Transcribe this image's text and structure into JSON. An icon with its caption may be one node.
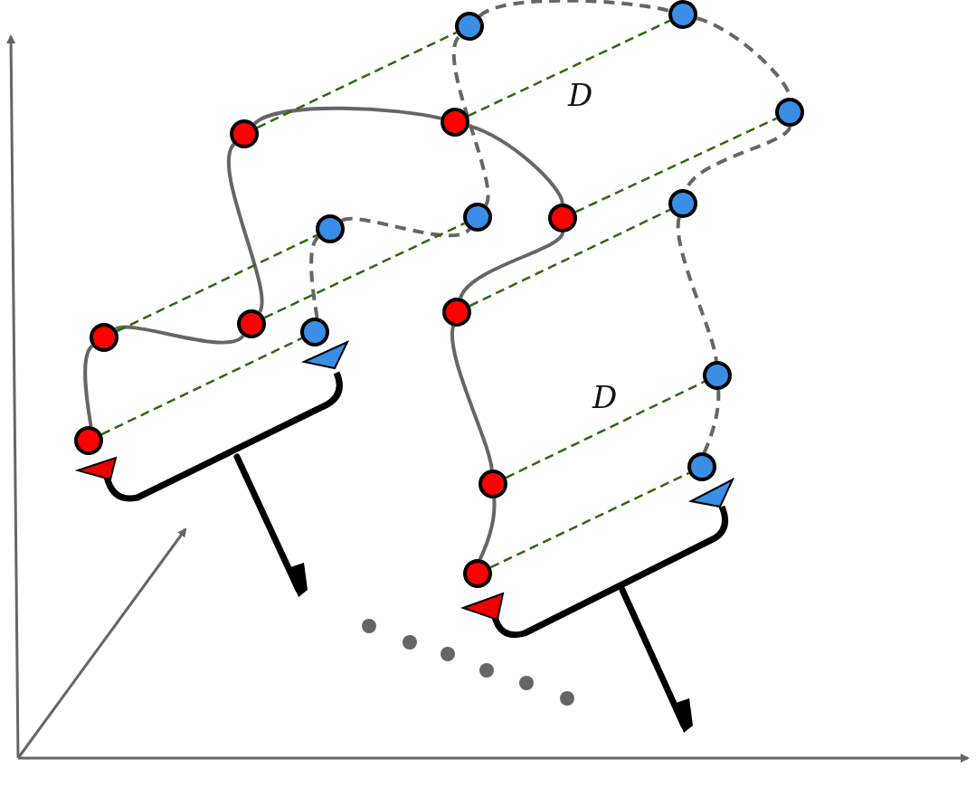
{
  "diagram": {
    "nodes": [
      {
        "text": [],
        "shape": "circle"
      },
      {
        "text": [],
        "shape": "circle"
      },
      {
        "text": [],
        "shape": "circle"
      },
      {
        "text": [],
        "shape": "circle"
      },
      {
        "text": [],
        "shape": "circle"
      },
      {
        "text": [],
        "shape": "circle"
      },
      {
        "text": [],
        "shape": "circle"
      },
      {
        "text": [],
        "shape": "circle"
      },
      {
        "text": [],
        "shape": "circle"
      },
      {
        "text": [],
        "shape": "circle"
      },
      {
        "text": [],
        "shape": "circle"
      },
      {
        "text": [],
        "shape": "circle"
      },
      {
        "text": [],
        "shape": "circle"
      },
      {
        "text": [],
        "shape": "circle"
      },
      {
        "text": [],
        "shape": "circle"
      },
      {
        "text": [],
        "shape": "circle"
      },
      {
        "text": [],
        "shape": "circle"
      },
      {
        "text": [],
        "shape": "circle"
      }
    ],
    "edges": [
      {
        "from": 14,
        "to": 12,
        "arrow": "none"
      },
      {
        "from": 12,
        "to": 10,
        "arrow": "none"
      },
      {
        "from": 10,
        "to": 4,
        "arrow": "none"
      },
      {
        "from": 4,
        "to": 3,
        "arrow": "none"
      },
      {
        "from": 3,
        "to": 7,
        "arrow": "none"
      },
      {
        "from": 7,
        "to": 9,
        "arrow": "none"
      },
      {
        "from": 9,
        "to": 16,
        "arrow": "none"
      },
      {
        "from": 16,
        "to": 17,
        "arrow": "none"
      },
      {
        "from": 11,
        "to": 8,
        "arrow": "none",
        "style": "dashed"
      },
      {
        "from": 8,
        "to": 6,
        "arrow": "none",
        "style": "dashed"
      },
      {
        "from": 6,
        "to": 1,
        "arrow": "none",
        "style": "dashed"
      },
      {
        "from": 1,
        "to": 0,
        "arrow": "none",
        "style": "dashed"
      },
      {
        "from": 0,
        "to": 2,
        "arrow": "none",
        "style": "dashed"
      },
      {
        "from": 2,
        "to": 5,
        "arrow": "none",
        "style": "dashed"
      },
      {
        "from": 5,
        "to": 13,
        "arrow": "none",
        "style": "dashed"
      },
      {
        "from": 13,
        "to": 15,
        "arrow": "none",
        "style": "dashed"
      },
      {
        "from": 14,
        "to": 11,
        "arrow": "none",
        "style": "dashed",
        "color": "#2a6a0a"
      },
      {
        "from": 12,
        "to": 8,
        "arrow": "none",
        "style": "dashed",
        "color": "#2a6a0a"
      },
      {
        "from": 10,
        "to": 6,
        "arrow": "none",
        "style": "dashed",
        "color": "#2a6a0a"
      },
      {
        "from": 4,
        "to": 1,
        "arrow": "none",
        "style": "dashed",
        "color": "#2a6a0a"
      },
      {
        "from": 3,
        "to": 0,
        "arrow": "none",
        "style": "dashed",
        "color": "#2a6a0a"
      },
      {
        "from": 7,
        "to": 2,
        "arrow": "none",
        "style": "dashed",
        "color": "#2a6a0a"
      },
      {
        "from": 9,
        "to": 5,
        "arrow": "none",
        "style": "dashed",
        "color": "#2a6a0a"
      },
      {
        "from": 16,
        "to": 13,
        "arrow": "none",
        "style": "dashed",
        "color": "#2a6a0a"
      },
      {
        "from": 17,
        "to": 15,
        "arrow": "none",
        "style": "dashed",
        "color": "#2a6a0a"
      }
    ],
    "labels": [
      "D",
      "D"
    ]
  }
}
